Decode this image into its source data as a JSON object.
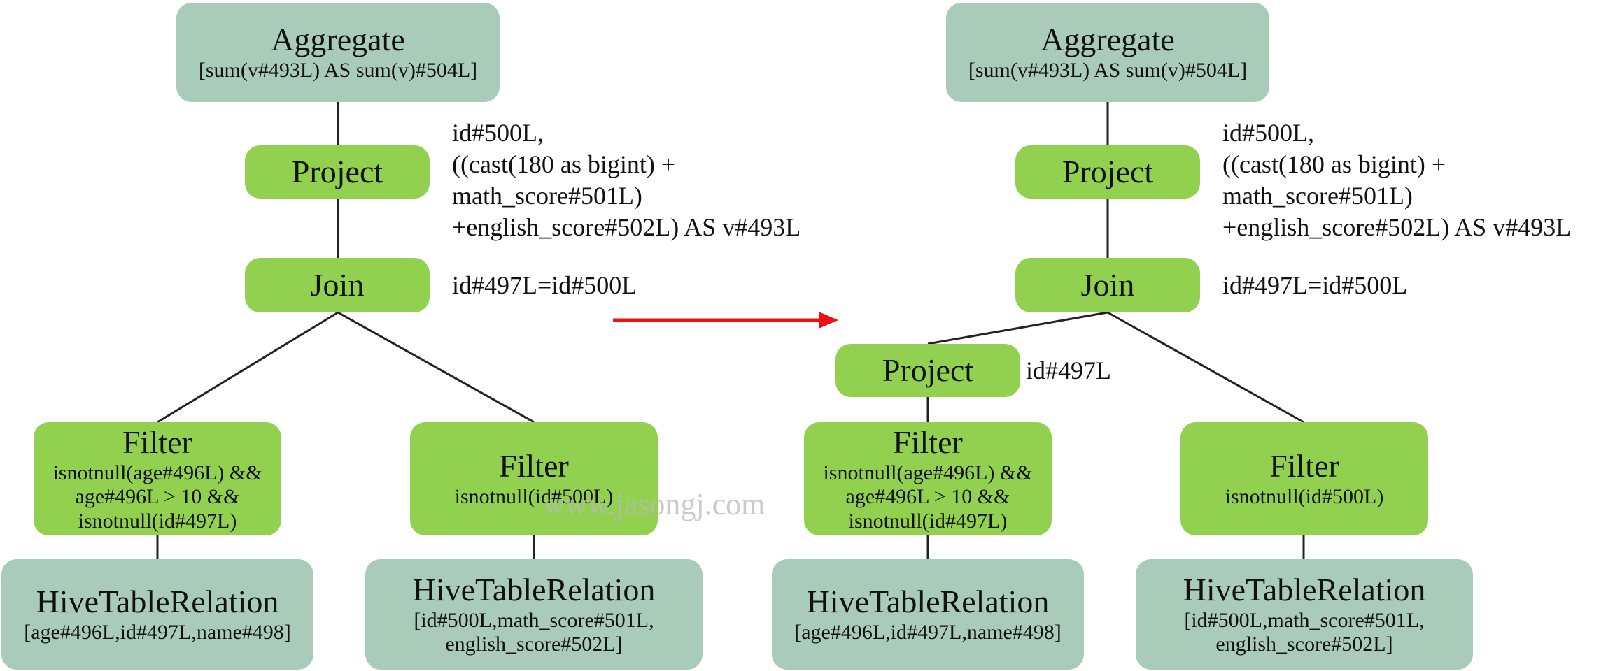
{
  "left_tree": {
    "aggregate": {
      "title": "Aggregate",
      "detail": "[sum(v#493L) AS sum(v)#504L]"
    },
    "project": {
      "title": "Project",
      "annotation": "id#500L,\n((cast(180 as bigint) +\nmath_score#501L)\n+english_score#502L) AS v#493L"
    },
    "join": {
      "title": "Join",
      "annotation": "id#497L=id#500L"
    },
    "filter_left": {
      "title": "Filter",
      "detail": "isnotnull(age#496L) &&\nage#496L > 10 &&\nisnotnull(id#497L)"
    },
    "filter_right": {
      "title": "Filter",
      "detail": "isnotnull(id#500L)"
    },
    "relation_left": {
      "title": "HiveTableRelation",
      "detail": "[age#496L,id#497L,name#498]"
    },
    "relation_right": {
      "title": "HiveTableRelation",
      "detail": "[id#500L,math_score#501L,\nenglish_score#502L]"
    }
  },
  "right_tree": {
    "aggregate": {
      "title": "Aggregate",
      "detail": "[sum(v#493L) AS sum(v)#504L]"
    },
    "project": {
      "title": "Project",
      "annotation": "id#500L,\n((cast(180 as bigint) +\nmath_score#501L)\n+english_score#502L) AS v#493L"
    },
    "join": {
      "title": "Join",
      "annotation": "id#497L=id#500L"
    },
    "project_pushed": {
      "title": "Project",
      "annotation": "id#497L"
    },
    "filter_left": {
      "title": "Filter",
      "detail": "isnotnull(age#496L) &&\nage#496L > 10 &&\nisnotnull(id#497L)"
    },
    "filter_right": {
      "title": "Filter",
      "detail": "isnotnull(id#500L)"
    },
    "relation_left": {
      "title": "HiveTableRelation",
      "detail": "[age#496L,id#497L,name#498]"
    },
    "relation_right": {
      "title": "HiveTableRelation",
      "detail": "[id#500L,math_score#501L,\nenglish_score#502L]"
    }
  },
  "watermark": "www.jasongj.com",
  "colors": {
    "plan_node": "#a9cbb9",
    "operator_node": "#92d050",
    "arrow": "#ee1111",
    "edge": "#222222"
  }
}
